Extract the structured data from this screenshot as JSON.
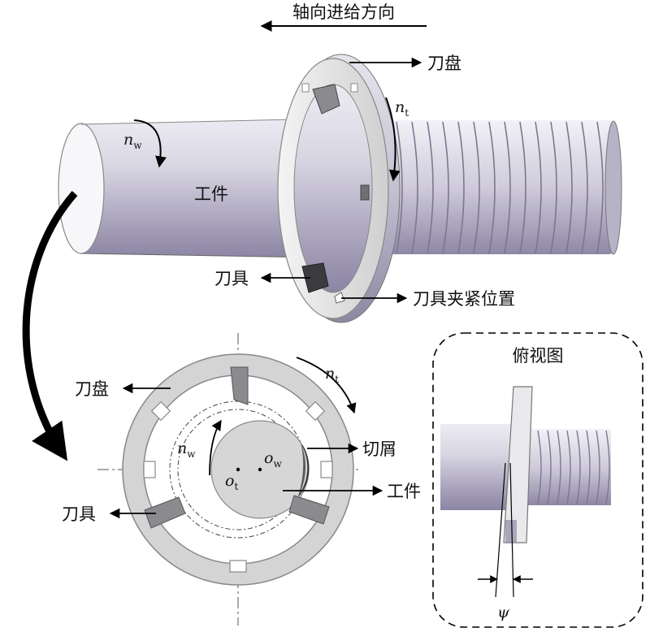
{
  "labels": {
    "axial_feed": "轴向进给方向",
    "cutter_disk_top": "刀盘",
    "workpiece_top": "工件",
    "tool_top": "刀具",
    "tool_clamp": "刀具夹紧位置",
    "cutter_disk_front": "刀盘",
    "chips": "切屑",
    "workpiece_front": "工件",
    "tool_front": "刀具",
    "top_view": "俯视图"
  },
  "symbols": {
    "n_main": "n",
    "w_sub": "w",
    "t_sub": "t",
    "o_main": "o",
    "psi": "ψ"
  },
  "colors": {
    "workpiece_body": "#b9b4c9",
    "cutter_ring": "#d4d4d4",
    "tool_insert": "#8a8a8f",
    "arrow": "#000000"
  }
}
